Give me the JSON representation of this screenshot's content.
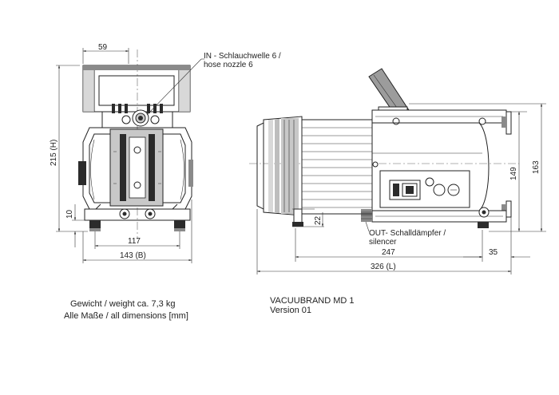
{
  "dimensions": {
    "front_top_width": "59",
    "front_height": "215 (H)",
    "front_foot_height": "10",
    "front_foot_width": "117",
    "front_total_width": "143 (B)",
    "side_foot_height": "22",
    "side_height_149": "149",
    "side_height_163": "163",
    "side_body_length": "247",
    "side_rear_offset": "35",
    "side_total_length": "326 (L)"
  },
  "callouts": {
    "inlet_line1": "IN - Schlauchwelle 6 /",
    "inlet_line2": "hose nozzle 6",
    "outlet_line1": "OUT- Schalldämpfer /",
    "outlet_line2": "silencer"
  },
  "notes": {
    "weight": "Gewicht / weight ca. 7,3 kg",
    "units": "Alle Maße / all dimensions [mm]",
    "model": "VACUUBRAND MD 1",
    "version": "Version 01"
  }
}
